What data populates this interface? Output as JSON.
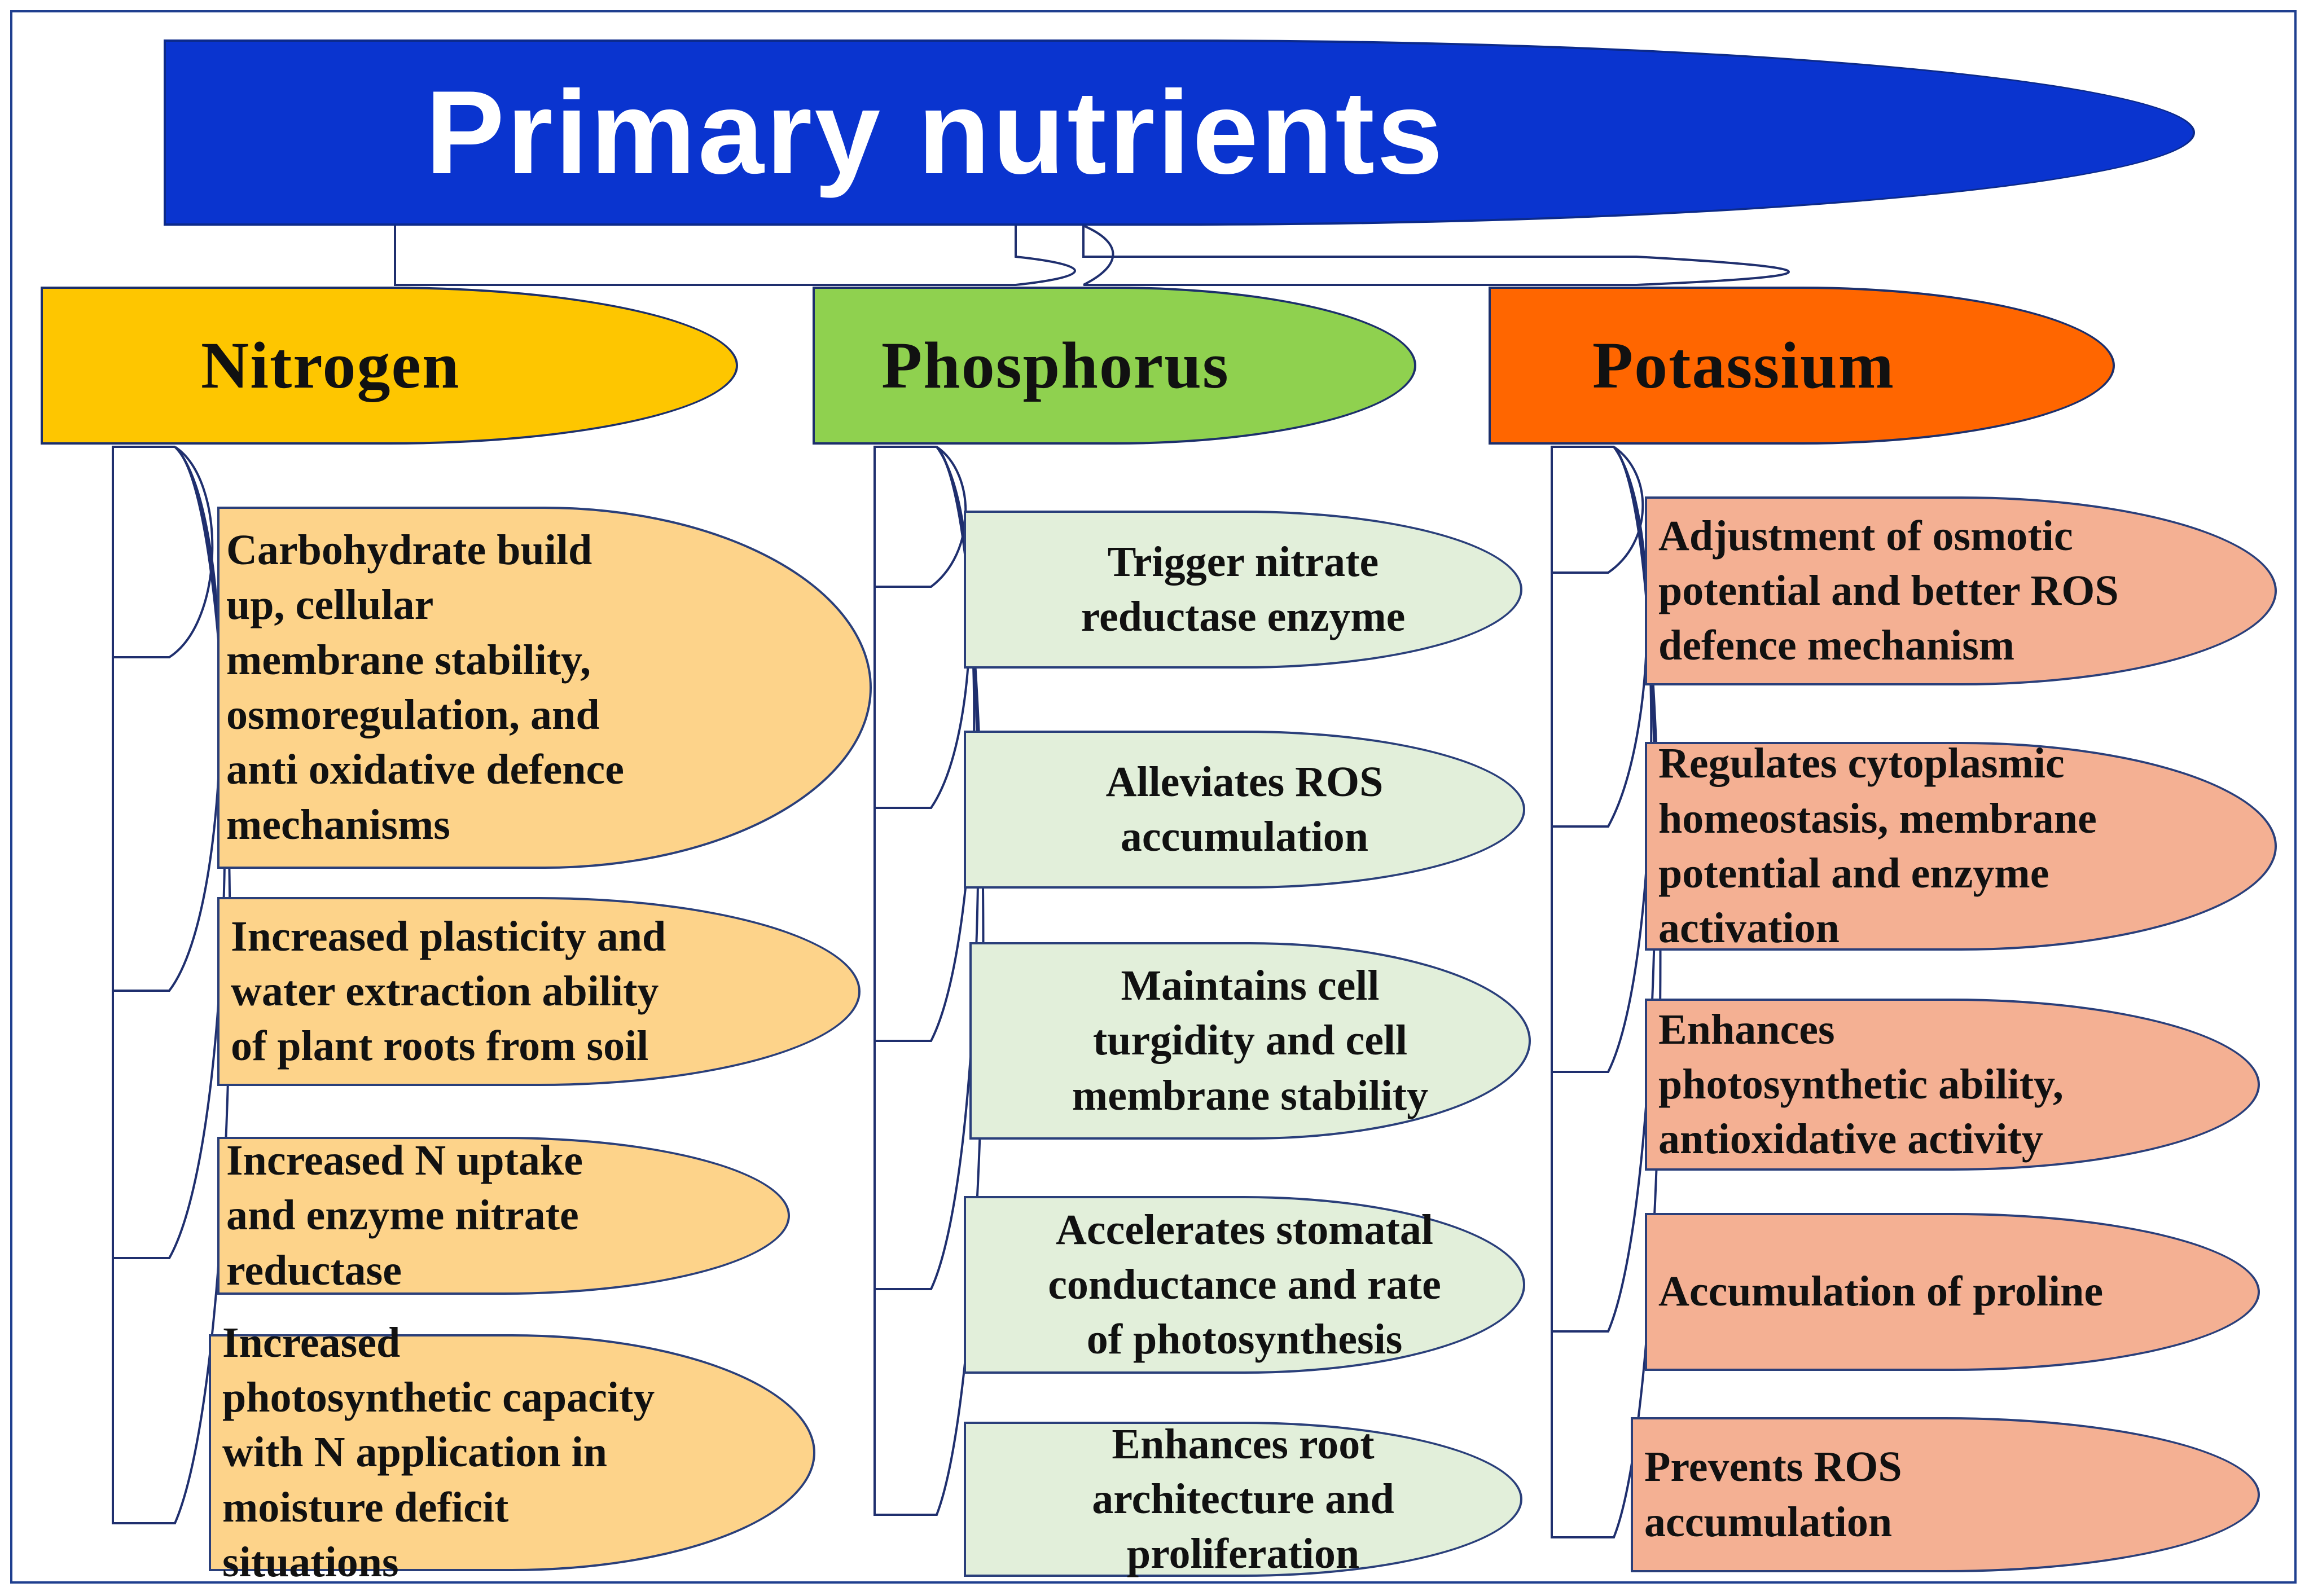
{
  "title": "Primary nutrients",
  "colors": {
    "title_fill": "#0a34cf",
    "nitrogen_header": "#fec600",
    "phosphorus_header": "#8fd14f",
    "potassium_header": "#ff6600",
    "nitrogen_box": "#fdd38a",
    "phosphorus_box": "#e2efda",
    "potassium_box": "#f4b093",
    "connector": "#1f2f6e"
  },
  "columns": [
    {
      "name": "Nitrogen",
      "items": [
        " Carbohydrate build\nup, cellular\nmembrane stability,\nosmoregulation, and\nanti oxidative defence\nmechanisms",
        "Increased plasticity and\nwater extraction ability\nof plant roots from soil",
        "Increased N uptake\nand enzyme nitrate\nreductase",
        "Increased\nphotosynthetic capacity\nwith N application in\nmoisture deficit\nsituations"
      ]
    },
    {
      "name": "Phosphorus",
      "items": [
        "Trigger nitrate\nreductase enzyme",
        "Alleviates ROS\naccumulation",
        "Maintains cell\nturgidity and cell\nmembrane stability",
        "Accelerates stomatal\nconductance and rate\nof photosynthesis",
        "Enhances root\narchitecture and\nproliferation"
      ]
    },
    {
      "name": "Potassium",
      "items": [
        "Adjustment of osmotic\npotential and better ROS\ndefence mechanism",
        "Regulates cytoplasmic\nhomeostasis, membrane\npotential and enzyme\nactivation",
        "Enhances\nphotosynthetic ability,\nantioxidative activity",
        "Accumulation of proline",
        "Prevents ROS\naccumulation"
      ]
    }
  ]
}
